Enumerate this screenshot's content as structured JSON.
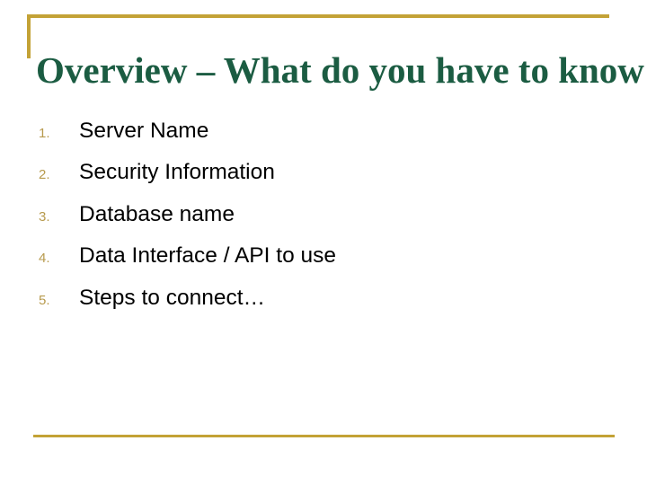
{
  "slide": {
    "title": "Overview – What do you have to know…",
    "list": [
      {
        "num": "1.",
        "text": "Server Name"
      },
      {
        "num": "2.",
        "text": "Security Information"
      },
      {
        "num": "3.",
        "text": "Database name"
      },
      {
        "num": "4.",
        "text": "Data Interface / API to use"
      },
      {
        "num": "5.",
        "text": "Steps to connect…"
      }
    ],
    "colors": {
      "accent_gold": "#C3A236",
      "title_green": "#1B5C42",
      "number_gold": "#B79A4D",
      "body_text": "#000000",
      "background": "#FFFFFF"
    }
  }
}
